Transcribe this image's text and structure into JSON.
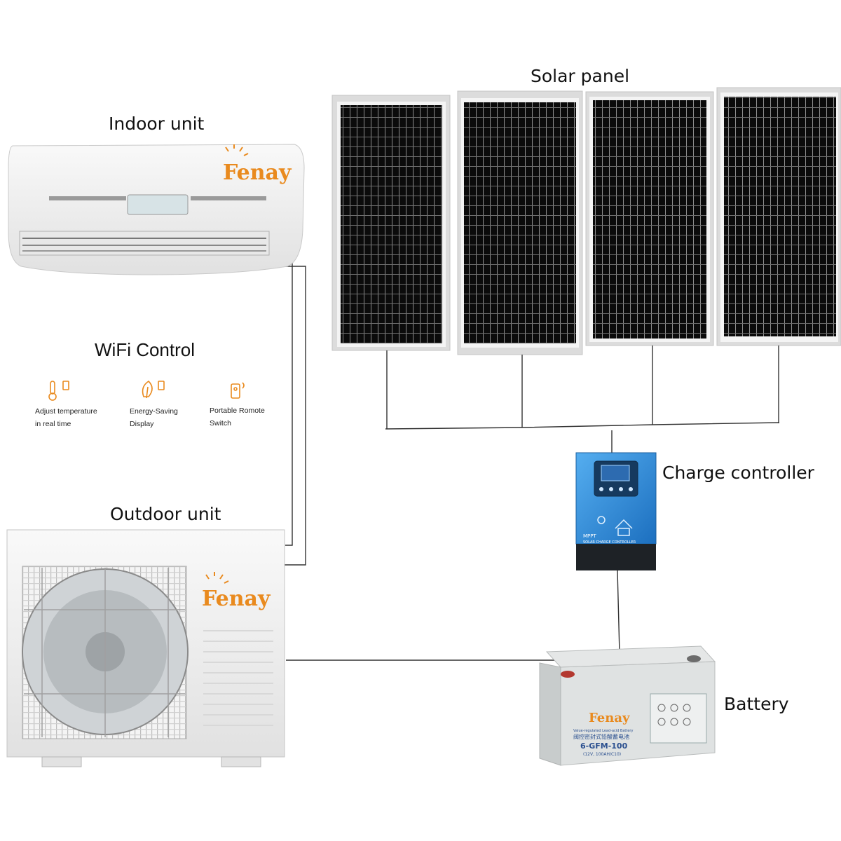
{
  "labels": {
    "solar_panel": "Solar panel",
    "indoor_unit": "Indoor unit",
    "outdoor_unit": "Outdoor unit",
    "charge_controller": "Charge controller",
    "battery": "Battery"
  },
  "wifi": {
    "title": "WiFi Control",
    "features": [
      {
        "line1": "Adjust temperature",
        "line2": "in real time",
        "icon": "thermometer-phone-icon"
      },
      {
        "line1": "Energy-Saving",
        "line2": "Display",
        "icon": "leaf-phone-icon"
      },
      {
        "line1": "Portable Romote",
        "line2": "Switch",
        "icon": "remote-control-icon"
      }
    ]
  },
  "brand": {
    "logo_text": "Fenay",
    "logo_color": "#e98a1e"
  },
  "controller": {
    "model": "MPPT",
    "subtitle": "SOLAR CHARGE CONTROLLER",
    "body_color": "#2f8fd8"
  },
  "battery_product": {
    "desc": "Value-regulated Lead-acid Battery",
    "cn": "阀控密封式铅酸蓄电池",
    "model": "6-GFM-100",
    "spec": "(12V, 100AH/C10)"
  },
  "colors": {
    "wire": "#333333",
    "panel_cell": "#0b0b0b",
    "panel_frame": "#d9d9d9"
  }
}
